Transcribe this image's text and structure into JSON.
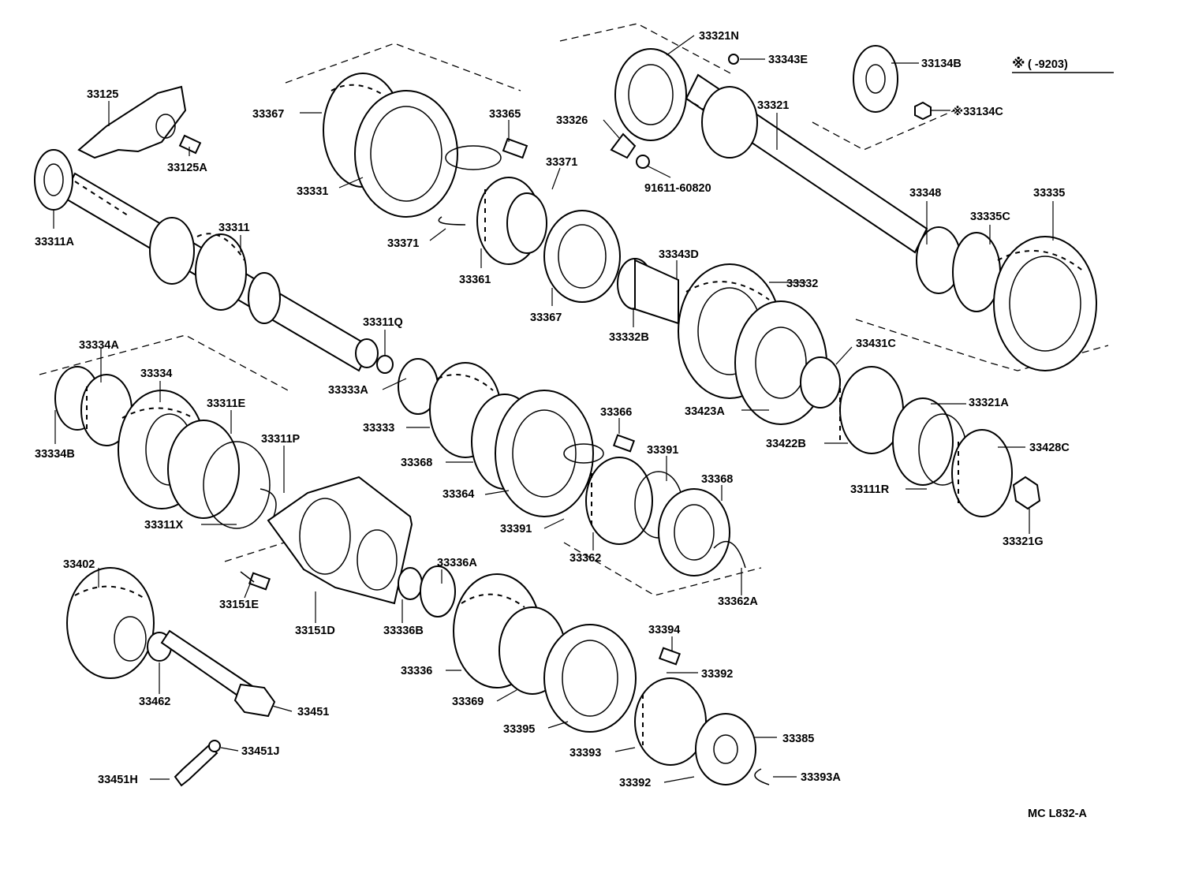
{
  "note": {
    "symbol": "※",
    "range": "(       -9203)"
  },
  "figure_code": "MC  L832-A",
  "parts": {
    "p33321N": "33321N",
    "p33343E": "33343E",
    "p33134B": "33134B",
    "p33134C": "※33134C",
    "p33321": "33321",
    "p33326": "33326",
    "p91611": "91611-60820",
    "p33125": "33125",
    "p33125A": "33125A",
    "p33311A": "33311A",
    "p33311": "33311",
    "p33367a": "33367",
    "p33365": "33365",
    "p33331": "33331",
    "p33371a": "33371",
    "p33371b": "33371",
    "p33361": "33361",
    "p33367b": "33367",
    "p33348": "33348",
    "p33335C": "33335C",
    "p33335": "33335",
    "p33343D": "33343D",
    "p33332": "33332",
    "p33332B": "33332B",
    "p33311Q": "33311Q",
    "p33334A": "33334A",
    "p33334": "33334",
    "p33311E": "33311E",
    "p33334B": "33334B",
    "p33311P": "33311P",
    "p33311X": "33311X",
    "p33333A": "33333A",
    "p33333": "33333",
    "p33368a": "33368",
    "p33364": "33364",
    "p33366": "33366",
    "p33391a": "33391",
    "p33391b": "33391",
    "p33368b": "33368",
    "p33362": "33362",
    "p33362A": "33362A",
    "p33431C": "33431C",
    "p33423A": "33423A",
    "p33321A": "33321A",
    "p33422B": "33422B",
    "p33428C": "33428C",
    "p33111R": "33111R",
    "p33321G": "33321G",
    "p33402": "33402",
    "p33151E": "33151E",
    "p33151D": "33151D",
    "p33336A": "33336A",
    "p33336B": "33336B",
    "p33336": "33336",
    "p33462": "33462",
    "p33451": "33451",
    "p33369": "33369",
    "p33395": "33395",
    "p33394": "33394",
    "p33392a": "33392",
    "p33393": "33393",
    "p33385": "33385",
    "p33392b": "33392",
    "p33393A": "33393A",
    "p33451J": "33451J",
    "p33451H": "33451H"
  }
}
